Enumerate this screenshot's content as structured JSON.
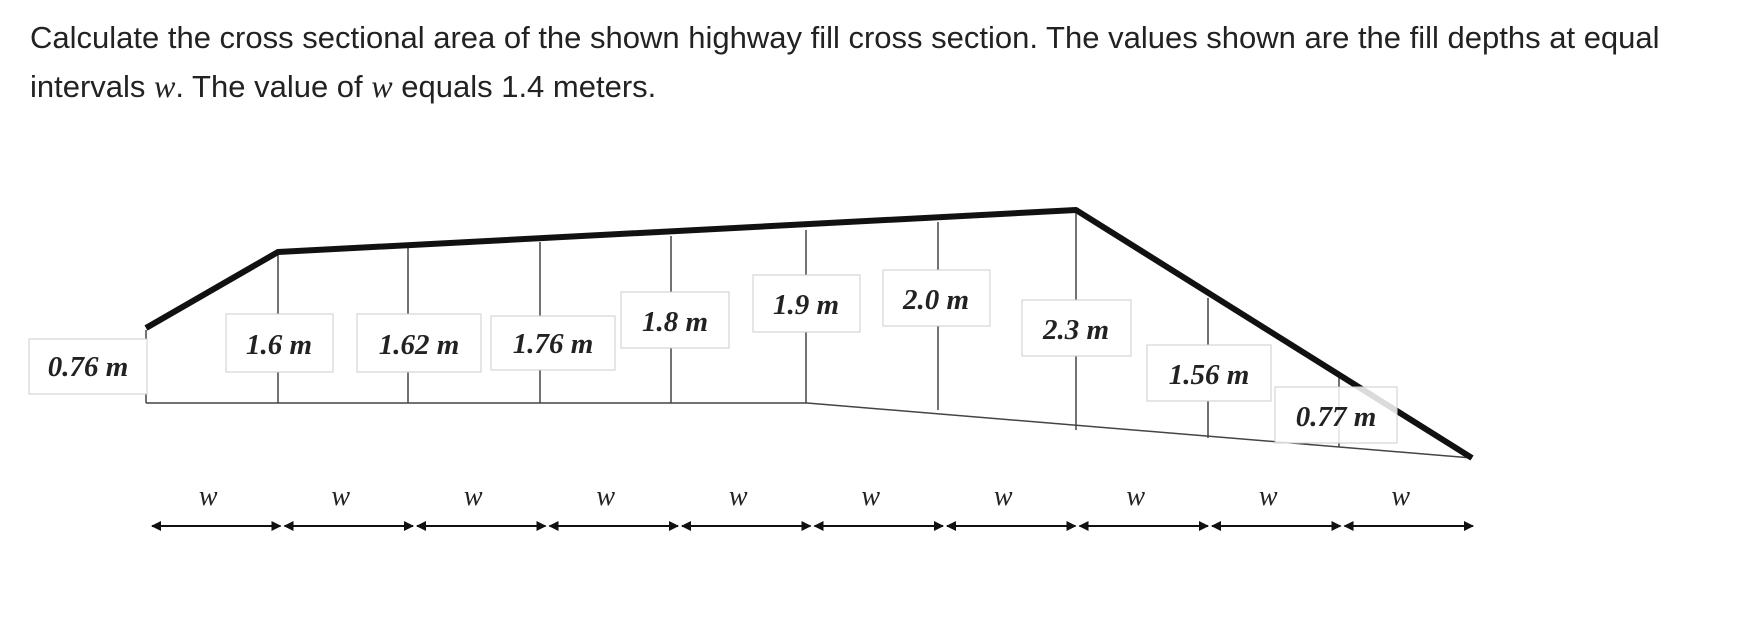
{
  "question": {
    "part1": "Calculate the cross sectional area of the shown highway fill cross section. The values shown are the fill depths at equal intervals ",
    "var1": "w",
    "part2": ". The value of ",
    "var2": "w",
    "part3": " equals 1.4 meters."
  },
  "depth_labels": [
    "0.76 m",
    "1.6 m",
    "1.62 m",
    "1.76 m",
    "1.8 m",
    "1.9 m",
    "2.0 m",
    "2.3 m",
    "1.56 m",
    "0.77 m"
  ],
  "interval_label": "w",
  "interval_count": 10
}
